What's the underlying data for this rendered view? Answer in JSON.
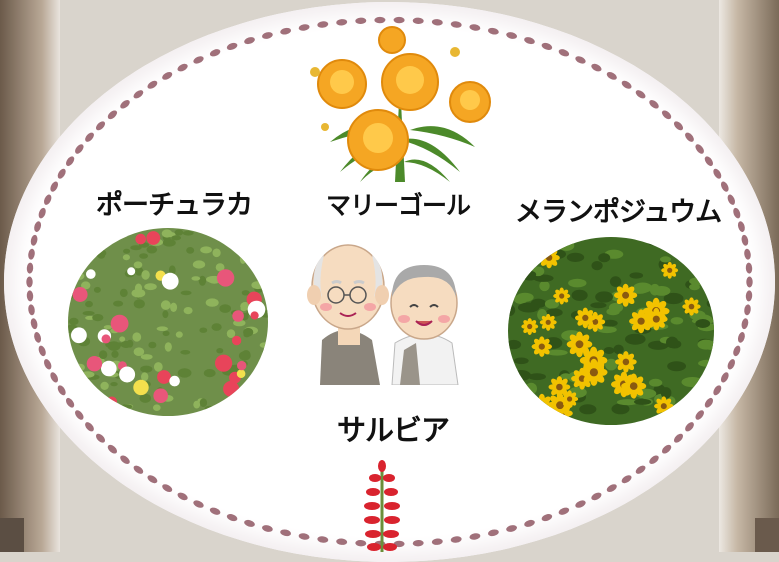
{
  "labels": {
    "portulaca": "ポーチュラカ",
    "marigold": "マリーゴール",
    "melampodium": "メランポジュウム",
    "salvia": "サルビア"
  },
  "colors": {
    "bead": "#a0707a",
    "marigold_flower": "#f5a623",
    "melampodium_flower": "#f2c200",
    "salvia_flower": "#d9232e",
    "portulaca_pink": "#e8567a",
    "portulaca_yellow": "#f4e04d"
  },
  "icons": {
    "marigold": "marigold-illustration",
    "couple": "elderly-couple-illustration",
    "salvia": "salvia-illustration"
  }
}
